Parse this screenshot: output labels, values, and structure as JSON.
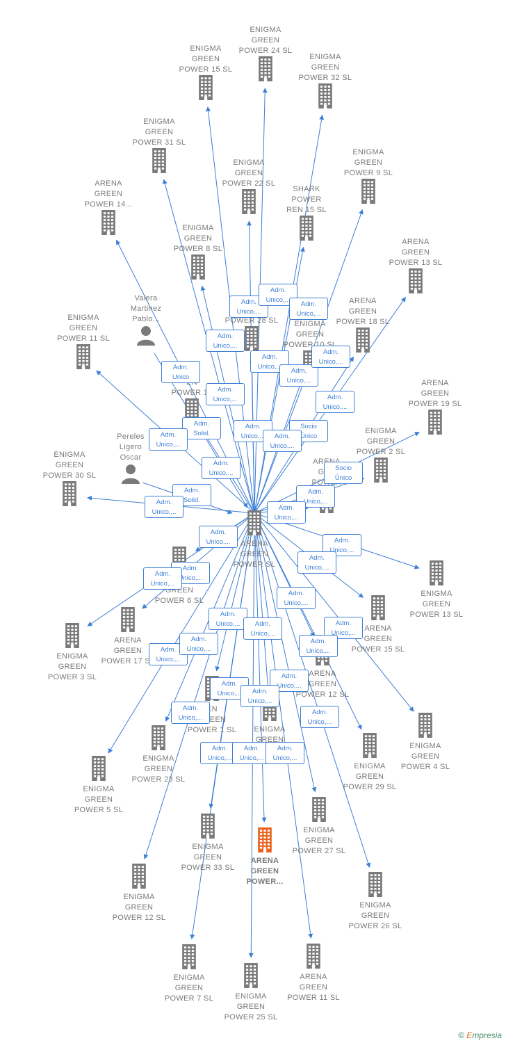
{
  "colors": {
    "edge": "#3d7fd6",
    "building": "#7a7a7a",
    "building_focus": "#e8641e",
    "label": "#7a7a7a"
  },
  "center": {
    "label_lines": [
      "ARENA",
      "GREEN",
      "POWER  SL"
    ]
  },
  "nodes": [
    {
      "id": "eg24",
      "lines": [
        "ENIGMA",
        "GREEN",
        "POWER 24  SL"
      ],
      "icon": "building-icon"
    },
    {
      "id": "eg15",
      "lines": [
        "ENIGMA",
        "GREEN",
        "POWER 15  SL"
      ],
      "icon": "building-icon"
    },
    {
      "id": "eg32",
      "lines": [
        "ENIGMA",
        "GREEN",
        "POWER 32  SL"
      ],
      "icon": "building-icon"
    },
    {
      "id": "eg31",
      "lines": [
        "ENIGMA",
        "GREEN",
        "POWER 31  SL"
      ],
      "icon": "building-icon"
    },
    {
      "id": "eg22",
      "lines": [
        "ENIGMA",
        "GREEN",
        "POWER 22  SL"
      ],
      "icon": "building-icon"
    },
    {
      "id": "eg9",
      "lines": [
        "ENIGMA",
        "GREEN",
        "POWER 9  SL"
      ],
      "icon": "building-icon"
    },
    {
      "id": "ag14a",
      "lines": [
        "ARENA",
        "GREEN",
        "POWER 14..."
      ],
      "icon": "building-icon"
    },
    {
      "id": "shark",
      "lines": [
        "SHARK",
        "POWER",
        "REN 15  SL"
      ],
      "icon": "building-icon"
    },
    {
      "id": "eg8",
      "lines": [
        "ENIGMA",
        "GREEN",
        "POWER 8  SL"
      ],
      "icon": "building-icon"
    },
    {
      "id": "ag13a",
      "lines": [
        "ARENA",
        "GREEN",
        "POWER 13  SL"
      ],
      "icon": "building-icon"
    },
    {
      "id": "valera",
      "lines": [
        "Valera",
        "Martinez",
        "Pablo..."
      ],
      "icon": "person-icon"
    },
    {
      "id": "eg28",
      "lines": [
        "POWER 28  SL"
      ],
      "icon": "building-icon"
    },
    {
      "id": "ag18",
      "lines": [
        "ARENA",
        "GREEN",
        "POWER 18  SL"
      ],
      "icon": "building-icon"
    },
    {
      "id": "eg10",
      "lines": [
        "ENIGMA",
        "GREEN",
        "POWER 10  SL"
      ],
      "icon": "building-icon"
    },
    {
      "id": "eg11",
      "lines": [
        "ENIGMA",
        "GREEN",
        "POWER 11  SL"
      ],
      "icon": "building-icon"
    },
    {
      "id": "ag14b",
      "lines": [
        "A",
        "EN",
        "POWER 14"
      ],
      "icon": "building-icon"
    },
    {
      "id": "ag19",
      "lines": [
        "ARENA",
        "GREEN",
        "POWER 19  SL"
      ],
      "icon": "building-icon"
    },
    {
      "id": "pereles",
      "lines": [
        "Pereles",
        "Ligero",
        "Oscar"
      ],
      "icon": "person-icon"
    },
    {
      "id": "eg2",
      "lines": [
        "ENIGMA",
        "GREEN",
        "POWER 2  SL"
      ],
      "icon": "building-icon"
    },
    {
      "id": "eg30",
      "lines": [
        "ENIGMA",
        "GREEN",
        "POWER 30  SL"
      ],
      "icon": "building-icon"
    },
    {
      "id": "ag_gre",
      "lines": [
        "ARENA",
        "GRE",
        "POWER"
      ],
      "icon": "building-icon"
    },
    {
      "id": "eg13",
      "lines": [
        "ENIGMA",
        "GREEN",
        "POWER 13  SL"
      ],
      "icon": "building-icon"
    },
    {
      "id": "ag6",
      "lines": [
        "NA",
        "GREEN",
        "POWER 6  SL"
      ],
      "icon": "building-icon"
    },
    {
      "id": "ag15",
      "lines": [
        "ARENA",
        "GREEN",
        "POWER 15  SL"
      ],
      "icon": "building-icon"
    },
    {
      "id": "ag17",
      "lines": [
        "ARENA",
        "GREEN",
        "POWER 17  SL"
      ],
      "icon": "building-icon"
    },
    {
      "id": "eg3",
      "lines": [
        "ENIGMA",
        "GREEN",
        "POWER 3  SL"
      ],
      "icon": "building-icon"
    },
    {
      "id": "ag12a",
      "lines": [
        "ARENA",
        "GREEN",
        "POWER 12  SL"
      ],
      "icon": "building-icon"
    },
    {
      "id": "eg1",
      "lines": [
        "EN",
        "GREEN",
        "POWER 1  SL"
      ],
      "icon": "building-icon"
    },
    {
      "id": "eg4",
      "lines": [
        "ENIGMA",
        "GREEN",
        "POWER 4  SL"
      ],
      "icon": "building-icon"
    },
    {
      "id": "egp",
      "lines": [
        "ENIGMA",
        "GREEN",
        "POWER..."
      ],
      "icon": "building-icon"
    },
    {
      "id": "eg23",
      "lines": [
        "ENIGMA",
        "GREEN",
        "POWER 23  SL"
      ],
      "icon": "building-icon"
    },
    {
      "id": "eg29",
      "lines": [
        "ENIGMA",
        "GREEN",
        "POWER 29  SL"
      ],
      "icon": "building-icon"
    },
    {
      "id": "eg5",
      "lines": [
        "ENIGMA",
        "GREEN",
        "POWER 5  SL"
      ],
      "icon": "building-icon"
    },
    {
      "id": "eg27",
      "lines": [
        "ENIGMA",
        "GREEN",
        "POWER 27  SL"
      ],
      "icon": "building-icon"
    },
    {
      "id": "eg33",
      "lines": [
        "ENIGMA",
        "GREEN",
        "POWER 33  SL"
      ],
      "icon": "building-icon"
    },
    {
      "id": "agfocus",
      "lines": [
        "ARENA",
        "GREEN",
        "POWER..."
      ],
      "icon": "building-icon"
    },
    {
      "id": "eg12",
      "lines": [
        "ENIGMA",
        "GREEN",
        "POWER 12  SL"
      ],
      "icon": "building-icon"
    },
    {
      "id": "eg26",
      "lines": [
        "ENIGMA",
        "GREEN",
        "POWER 26  SL"
      ],
      "icon": "building-icon"
    },
    {
      "id": "eg7",
      "lines": [
        "ENIGMA",
        "GREEN",
        "POWER 7  SL"
      ],
      "icon": "building-icon"
    },
    {
      "id": "eg25",
      "lines": [
        "ENIGMA",
        "GREEN",
        "POWER 25  SL"
      ],
      "icon": "building-icon"
    },
    {
      "id": "ag11",
      "lines": [
        "ARENA",
        "GREEN",
        "POWER 11  SL"
      ],
      "icon": "building-icon"
    }
  ],
  "badges": [
    "Adm.\nUnico,...",
    "Adm.\nUnico,...",
    "Adm.\nUnico,...",
    "Adm.\nUnico,...",
    "Adm.\nUnico,...",
    "Adm.\nUnico,...",
    "Adm.\nUnico,...",
    "Adm.\nUnico",
    "Adm.\nUnico,...",
    "Adm.\nSolid.",
    "Adm.\nUnico,...",
    "Socio\nÚnico",
    "Adm.\nUnico,...",
    "Adm.\nUnico,...",
    "Adm.\nUnico,...",
    "Socio\nÚnico",
    "Adm.\nUnico,...",
    "Adm.\nUnico,...",
    "Adm.\nSolid.",
    "Adm.\nUnico,...",
    "Adm.\nUnico,...",
    "Adm.\nUnico,...",
    "Adm.\nUnico,...",
    "Adm.\nUnico,...",
    "Adm.\nUnico,...",
    "Adm.\nUnico,...",
    "Adm.\nUnico,...",
    "Adm.\nUnico,...",
    "Adm.\nUnico,...",
    "Adm.\nUnico,...",
    "Adm.\nUnico,...",
    "Adm.\nUnico,...",
    "Adm.\nUnico,...",
    "Adm.\nUnico,...",
    "Adm.\nUnico,...",
    "Adm.\nUnico,...",
    "Adm.\nUnico,...",
    "Adm.\nUnico,...",
    "Adm.\nUnico,..."
  ],
  "brand": {
    "symbol": "©",
    "initial": "E",
    "rest": "mpresia"
  }
}
